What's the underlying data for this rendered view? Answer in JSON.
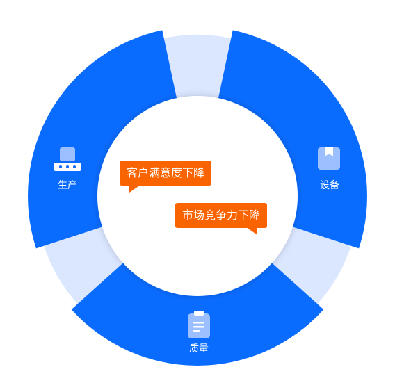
{
  "segments": {
    "production": {
      "label": "生产",
      "icon": "conveyor-icon"
    },
    "equipment": {
      "label": "设备",
      "icon": "box-icon"
    },
    "quality": {
      "label": "质量",
      "icon": "clipboard-icon"
    }
  },
  "callouts": [
    {
      "text": "客户满意度下降"
    },
    {
      "text": "市场竞争力下降"
    }
  ],
  "colors": {
    "ring_blue": "#0a6cff",
    "gap_light": "#dbe6ff",
    "callout": "#fa6400",
    "icon_light": "#9cc0ff"
  }
}
